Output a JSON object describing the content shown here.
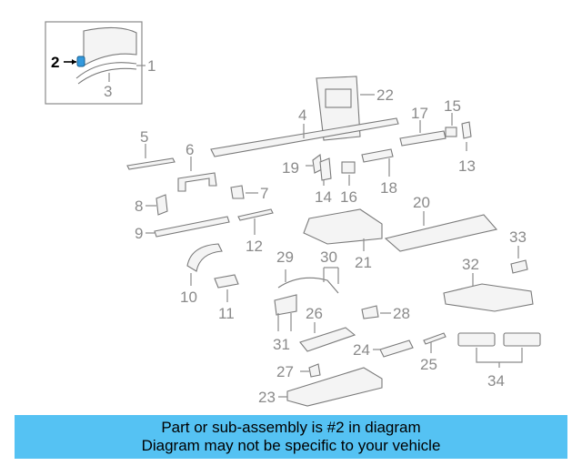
{
  "diagram": {
    "highlight_color": "#3399dd",
    "labels": {
      "l1": "1",
      "l2": "2",
      "l3": "3",
      "l4": "4",
      "l5": "5",
      "l6": "6",
      "l7": "7",
      "l8": "8",
      "l9": "9",
      "l10": "10",
      "l11": "11",
      "l12": "12",
      "l13": "13",
      "l14": "14",
      "l15": "15",
      "l16": "16",
      "l17": "17",
      "l18": "18",
      "l19": "19",
      "l20": "20",
      "l21": "21",
      "l22": "22",
      "l23": "23",
      "l24": "24",
      "l25": "25",
      "l26": "26",
      "l27": "27",
      "l28": "28",
      "l29": "29",
      "l30": "30",
      "l31": "31",
      "l32": "32",
      "l33": "33",
      "l34": "34"
    }
  },
  "banner": {
    "background": "#55c2f3",
    "line1": "Part or sub-assembly is #2 in diagram",
    "line2": "Diagram may not be specific to your vehicle"
  }
}
